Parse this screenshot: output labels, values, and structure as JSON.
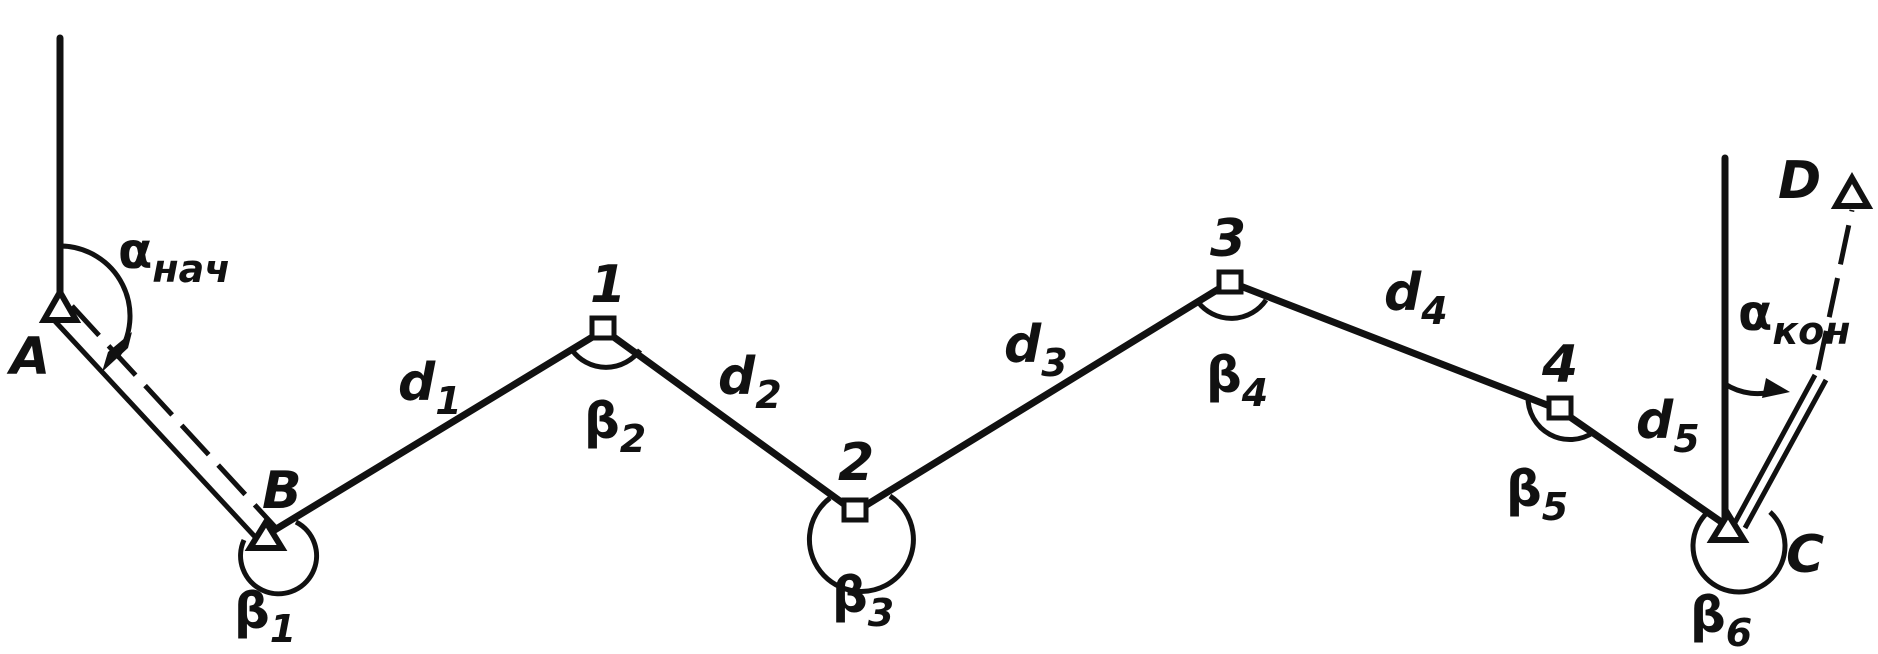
{
  "points": {
    "A": "A",
    "B": "B",
    "C": "C",
    "D": "D",
    "p1": "1",
    "p2": "2",
    "p3": "3",
    "p4": "4"
  },
  "angles": {
    "alpha": "α",
    "alpha_start_sub": "нач",
    "alpha_end_sub": "кон",
    "beta": "β",
    "b1": "1",
    "b2": "2",
    "b3": "3",
    "b4": "4",
    "b5": "5",
    "b6": "6"
  },
  "sides": {
    "d": "d",
    "d1": "1",
    "d2": "2",
    "d3": "3",
    "d4": "4",
    "d5": "5"
  }
}
